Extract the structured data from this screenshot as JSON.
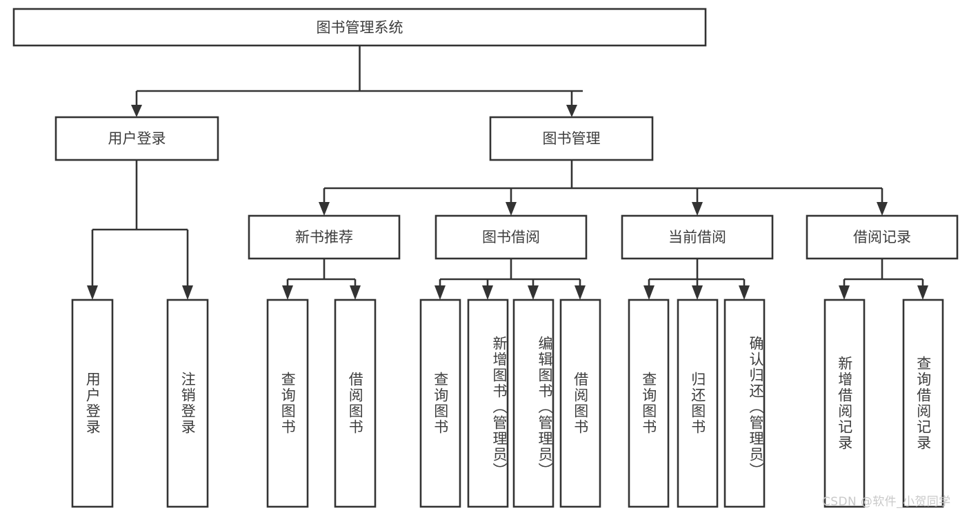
{
  "diagram": {
    "type": "tree-hierarchy",
    "title": "图书管理系统",
    "watermark": "CSDN @软件_小贺同学",
    "colors": {
      "box_stroke": "#333333",
      "box_fill": "#ffffff",
      "text": "#3d3d3d",
      "background": "#ffffff",
      "watermark": "#c9c9c9"
    },
    "levels": {
      "root": {
        "label": "图书管理系统"
      },
      "level2": [
        {
          "label": "用户登录"
        },
        {
          "label": "图书管理"
        }
      ],
      "level3": [
        {
          "label": "新书推荐"
        },
        {
          "label": "图书借阅"
        },
        {
          "label": "当前借阅"
        },
        {
          "label": "借阅记录"
        }
      ],
      "leaves": {
        "user_login": [
          {
            "label": "用户登录"
          },
          {
            "label": "注销登录"
          }
        ],
        "new_book_recommend": [
          {
            "label": "查询图书"
          },
          {
            "label": "借阅图书"
          }
        ],
        "book_borrow": [
          {
            "label": "查询图书"
          },
          {
            "label": "新增图书（管理员）"
          },
          {
            "label": "编辑图书（管理员）"
          },
          {
            "label": "借阅图书"
          }
        ],
        "current_borrow": [
          {
            "label": "查询图书"
          },
          {
            "label": "归还图书"
          },
          {
            "label": "确认归还（管理员）"
          }
        ],
        "borrow_record": [
          {
            "label": "新增借阅记录"
          },
          {
            "label": "查询借阅记录"
          }
        ]
      }
    }
  }
}
